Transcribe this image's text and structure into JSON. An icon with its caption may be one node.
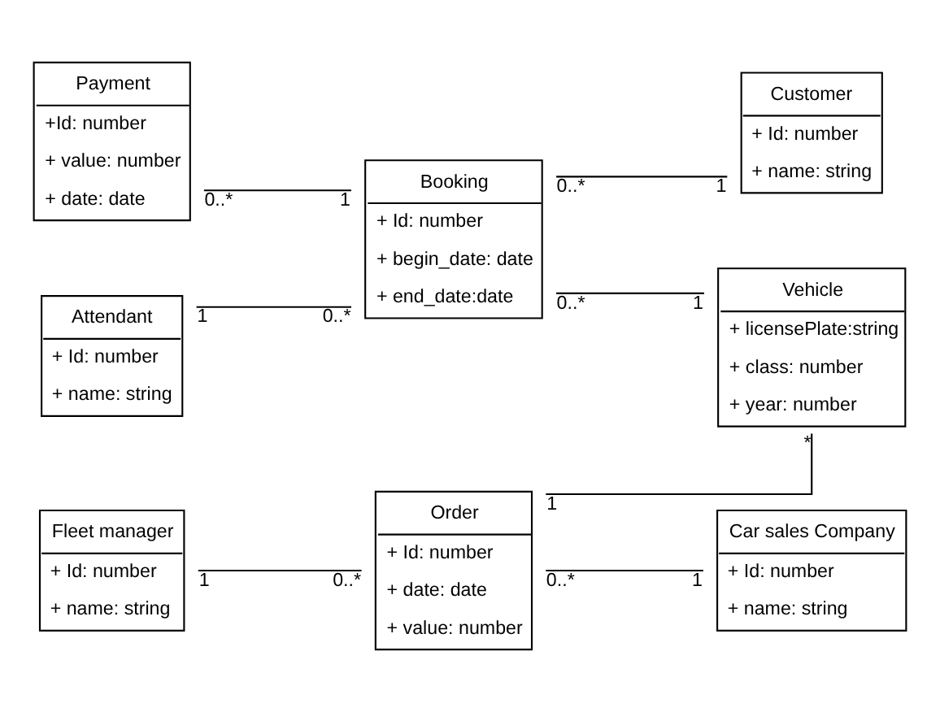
{
  "diagram": {
    "nodes": [
      {
        "text": [
          "Payment",
          "+Id: number",
          "+ value: number",
          "+ date: date"
        ]
      },
      {
        "text": [
          "Booking",
          "+ Id: number",
          "+ begin_date: date",
          "+ end_date:date"
        ]
      },
      {
        "text": [
          "Customer",
          "+ Id: number",
          "+ name: string"
        ]
      },
      {
        "text": [
          "Attendant",
          "+ Id: number",
          "+ name: string"
        ]
      },
      {
        "text": [
          "Vehicle",
          "+ licensePlate:string",
          "+ class: number",
          "+ year: number"
        ]
      },
      {
        "text": [
          "Fleet manager",
          "+ Id: number",
          "+ name: string"
        ]
      },
      {
        "text": [
          "Order",
          "+ Id: number",
          "+ date: date",
          "+ value: number"
        ]
      },
      {
        "text": [
          "Car sales Company",
          "+ Id: number",
          "+ name: string"
        ]
      }
    ],
    "edges": [
      {
        "from": 0,
        "to": 1,
        "arrow": "none"
      },
      {
        "from": 1,
        "to": 2,
        "arrow": "none"
      },
      {
        "from": 1,
        "to": 4,
        "arrow": "none"
      },
      {
        "from": 3,
        "to": 1,
        "arrow": "none"
      },
      {
        "from": 4,
        "to": 6,
        "arrow": "none"
      },
      {
        "from": 5,
        "to": 6,
        "arrow": "none"
      },
      {
        "from": 6,
        "to": 7,
        "arrow": "none"
      }
    ],
    "labels": [
      "0..*",
      "1",
      "0..*",
      "1",
      "0..*",
      "1",
      "1",
      "0..*",
      "*",
      "1",
      "1",
      "0..*",
      "0..*",
      "1"
    ]
  }
}
